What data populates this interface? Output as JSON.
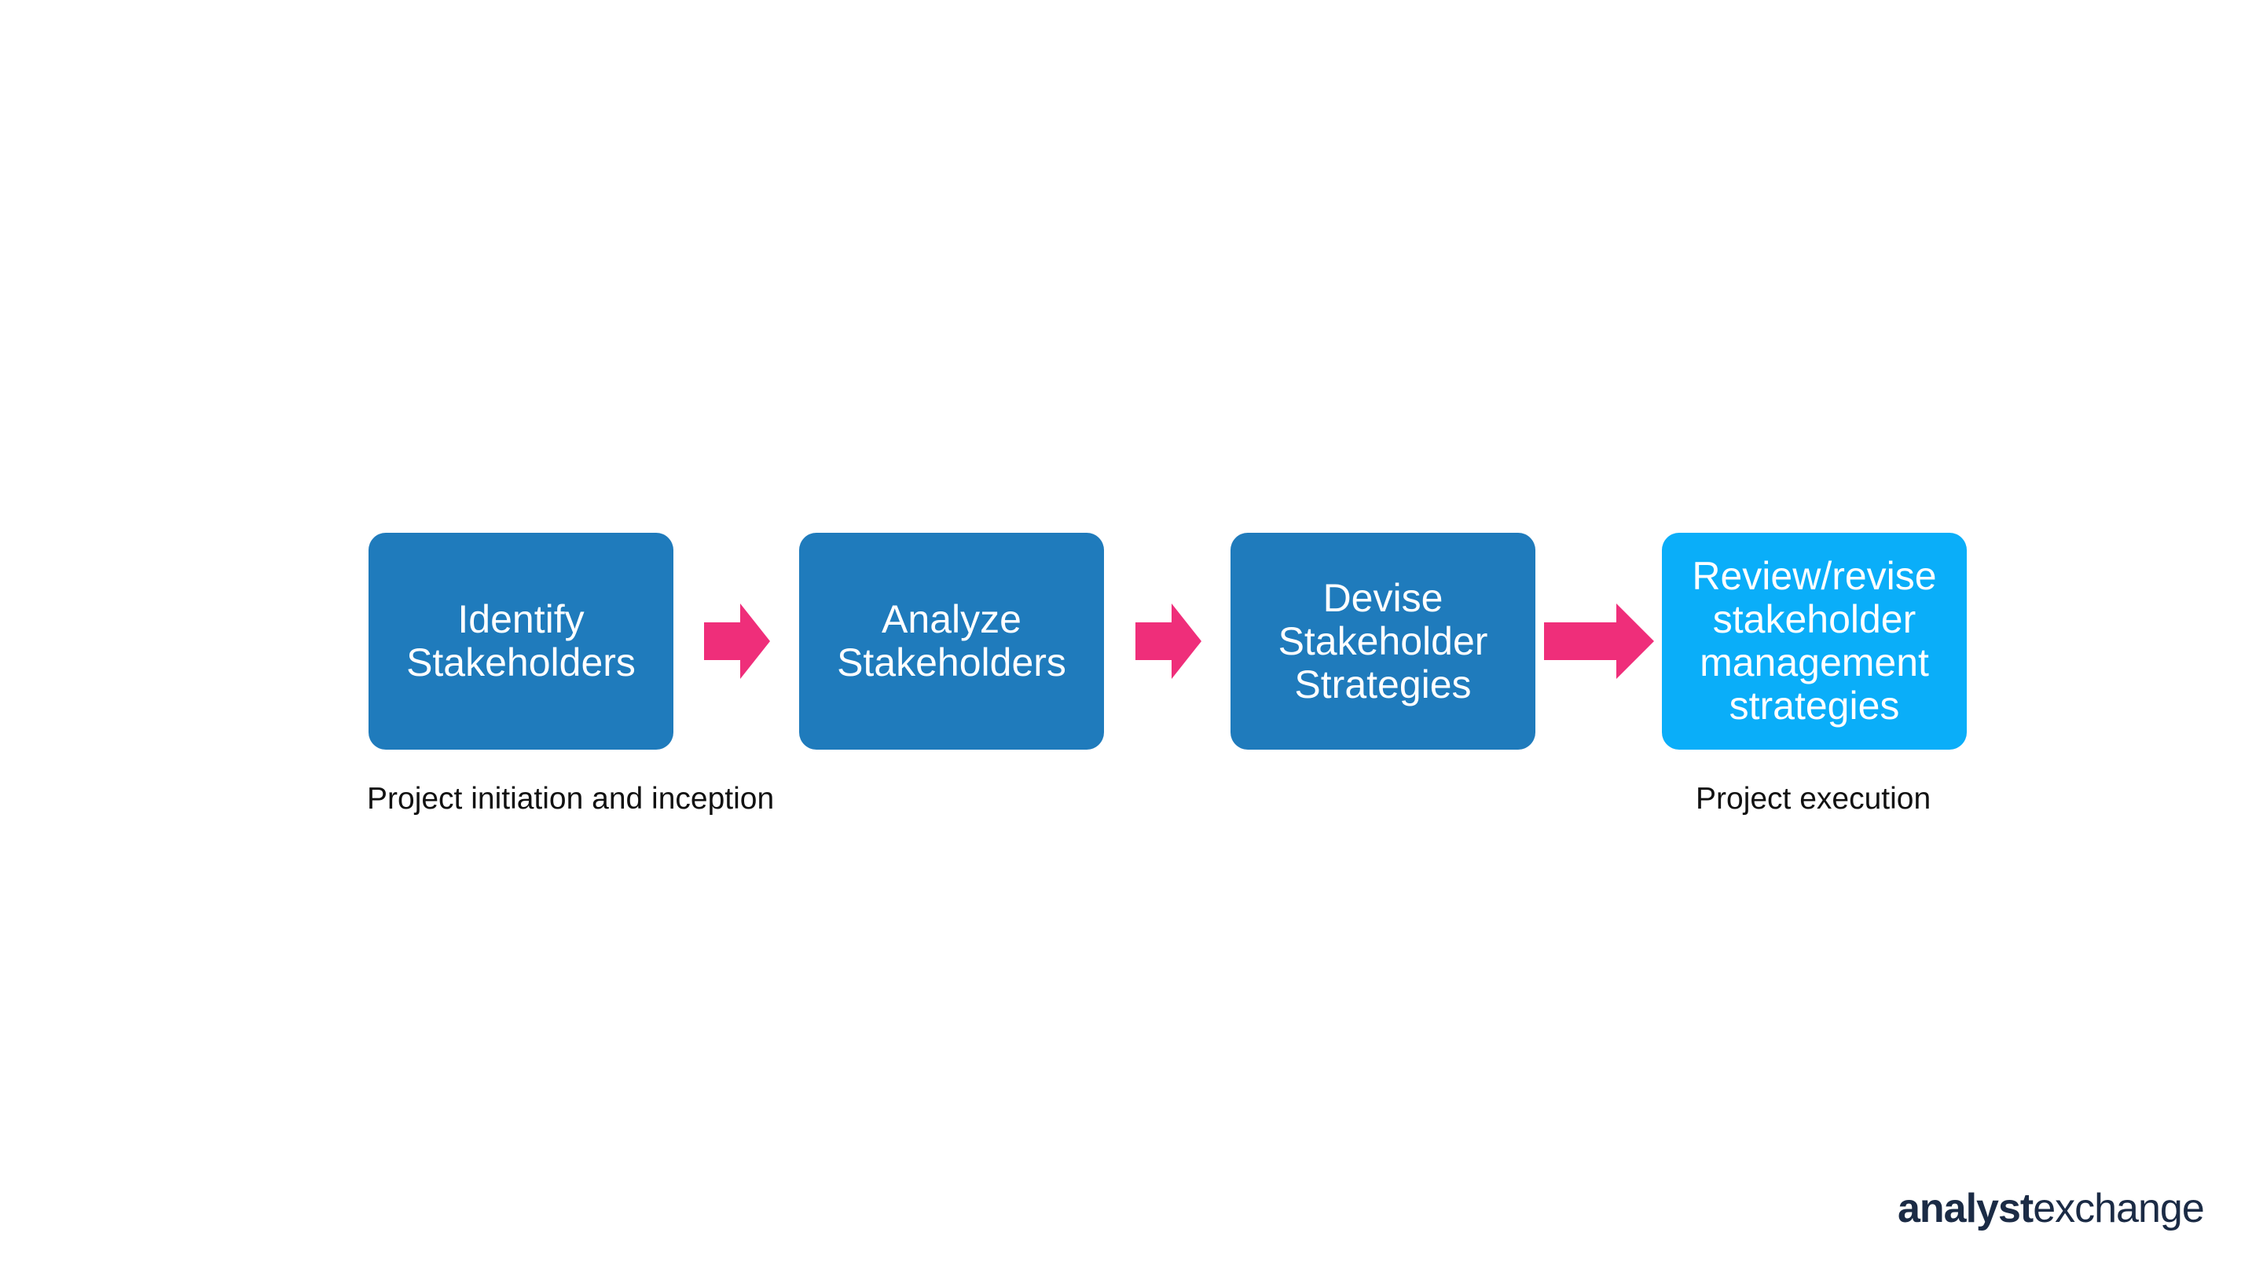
{
  "steps": [
    {
      "label": "Identify\nStakeholders"
    },
    {
      "label": "Analyze\nStakeholders"
    },
    {
      "label": "Devise\nStakeholder\nStrategies"
    },
    {
      "label": "Review/revise\nstakeholder\nmanagement\nstrategies"
    }
  ],
  "phases": {
    "left": "Project initiation and inception",
    "right": "Project execution"
  },
  "brand": {
    "strong": "analyst",
    "light": "exchange"
  },
  "colors": {
    "step": "#1f7bbc",
    "step_highlight": "#0aaef9",
    "arrow": "#ef2e7a",
    "brand": "#1b2b45"
  },
  "icons": [
    "right-arrow-icon",
    "right-arrow-icon",
    "right-arrow-icon"
  ]
}
